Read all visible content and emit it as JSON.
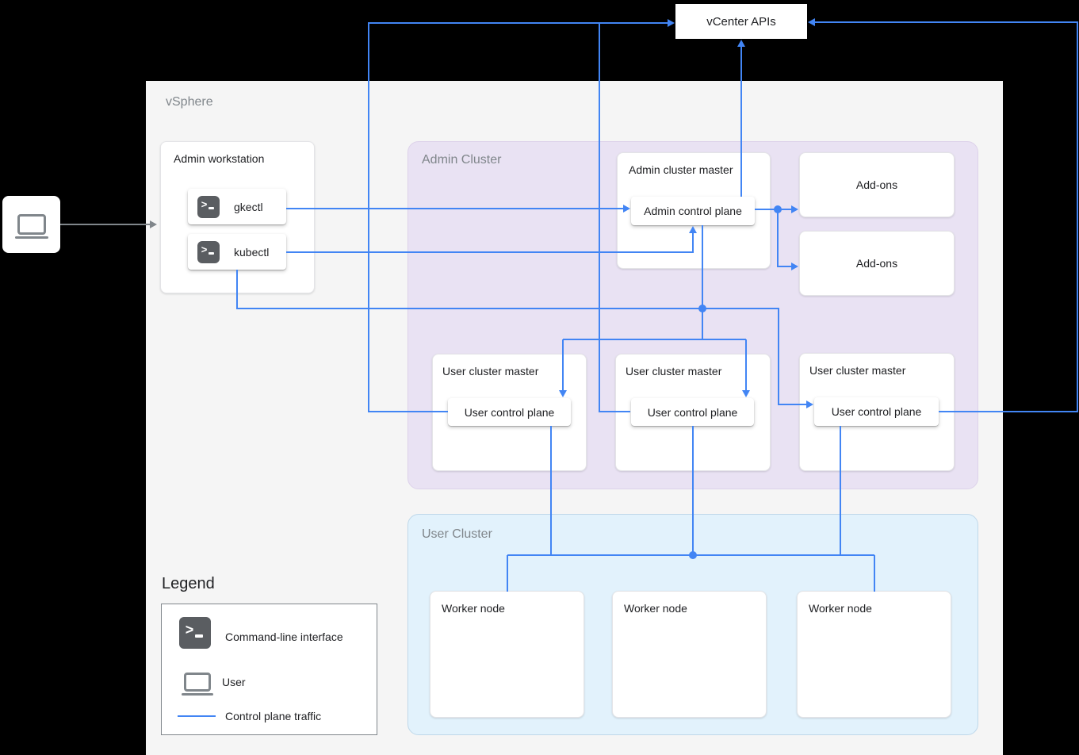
{
  "colors": {
    "background": "#000000",
    "vsphere_bg": "#F5F5F5",
    "admin_cluster_bg": "#E9E2F3",
    "user_cluster_bg": "#E2F2FC",
    "line_blue": "#4285F4",
    "line_gray": "#80868B",
    "terminal_icon_bg": "#5A5D61"
  },
  "vcenter": {
    "label": "vCenter APIs"
  },
  "vsphere": {
    "label": "vSphere"
  },
  "user_source": {
    "icon": "laptop-icon"
  },
  "admin_workstation": {
    "title": "Admin workstation",
    "tools": [
      {
        "icon": "terminal-icon",
        "label": "gkectl"
      },
      {
        "icon": "terminal-icon",
        "label": "kubectl"
      }
    ]
  },
  "admin_cluster": {
    "label": "Admin Cluster",
    "admin_master": {
      "title": "Admin cluster master",
      "control_plane": "Admin control plane"
    },
    "addons": [
      {
        "label": "Add-ons"
      },
      {
        "label": "Add-ons"
      }
    ],
    "user_masters": [
      {
        "title": "User cluster master",
        "control_plane": "User control plane"
      },
      {
        "title": "User cluster master",
        "control_plane": "User control plane"
      },
      {
        "title": "User cluster master",
        "control_plane": "User control plane"
      }
    ]
  },
  "user_cluster": {
    "label": "User Cluster",
    "workers": [
      {
        "label": "Worker node"
      },
      {
        "label": "Worker node"
      },
      {
        "label": "Worker node"
      }
    ]
  },
  "legend": {
    "title": "Legend",
    "items": [
      {
        "icon": "terminal-icon",
        "label": "Command-line interface"
      },
      {
        "icon": "laptop-icon",
        "label": "User"
      },
      {
        "icon": "control-plane-line-icon",
        "label": "Control plane traffic"
      }
    ]
  }
}
